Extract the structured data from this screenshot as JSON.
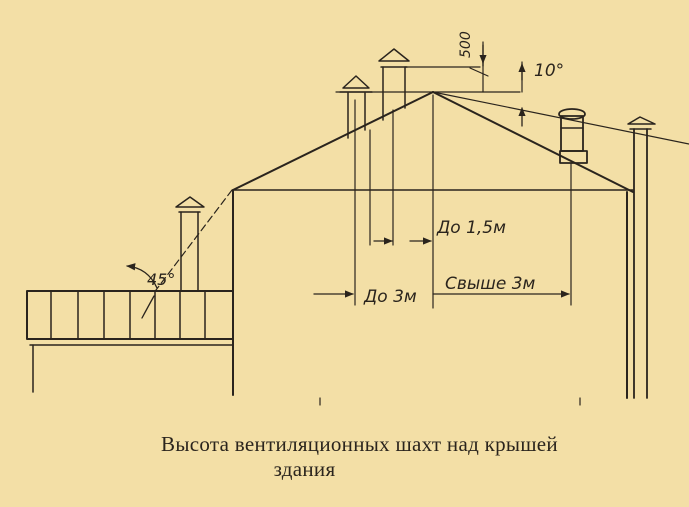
{
  "diagram": {
    "labels": {
      "dim_500": "500",
      "angle_10": "10°",
      "angle_45": "45°",
      "up_to_1_5m": "До 1,5м",
      "up_to_3m": "До 3м",
      "over_3m": "Свыше 3м"
    }
  },
  "caption": {
    "line1": "Высота вентиляционных шахт над крышей",
    "line2": "здания"
  },
  "colors": {
    "paper": "#f3dfa6",
    "ink": "#2a241d"
  }
}
